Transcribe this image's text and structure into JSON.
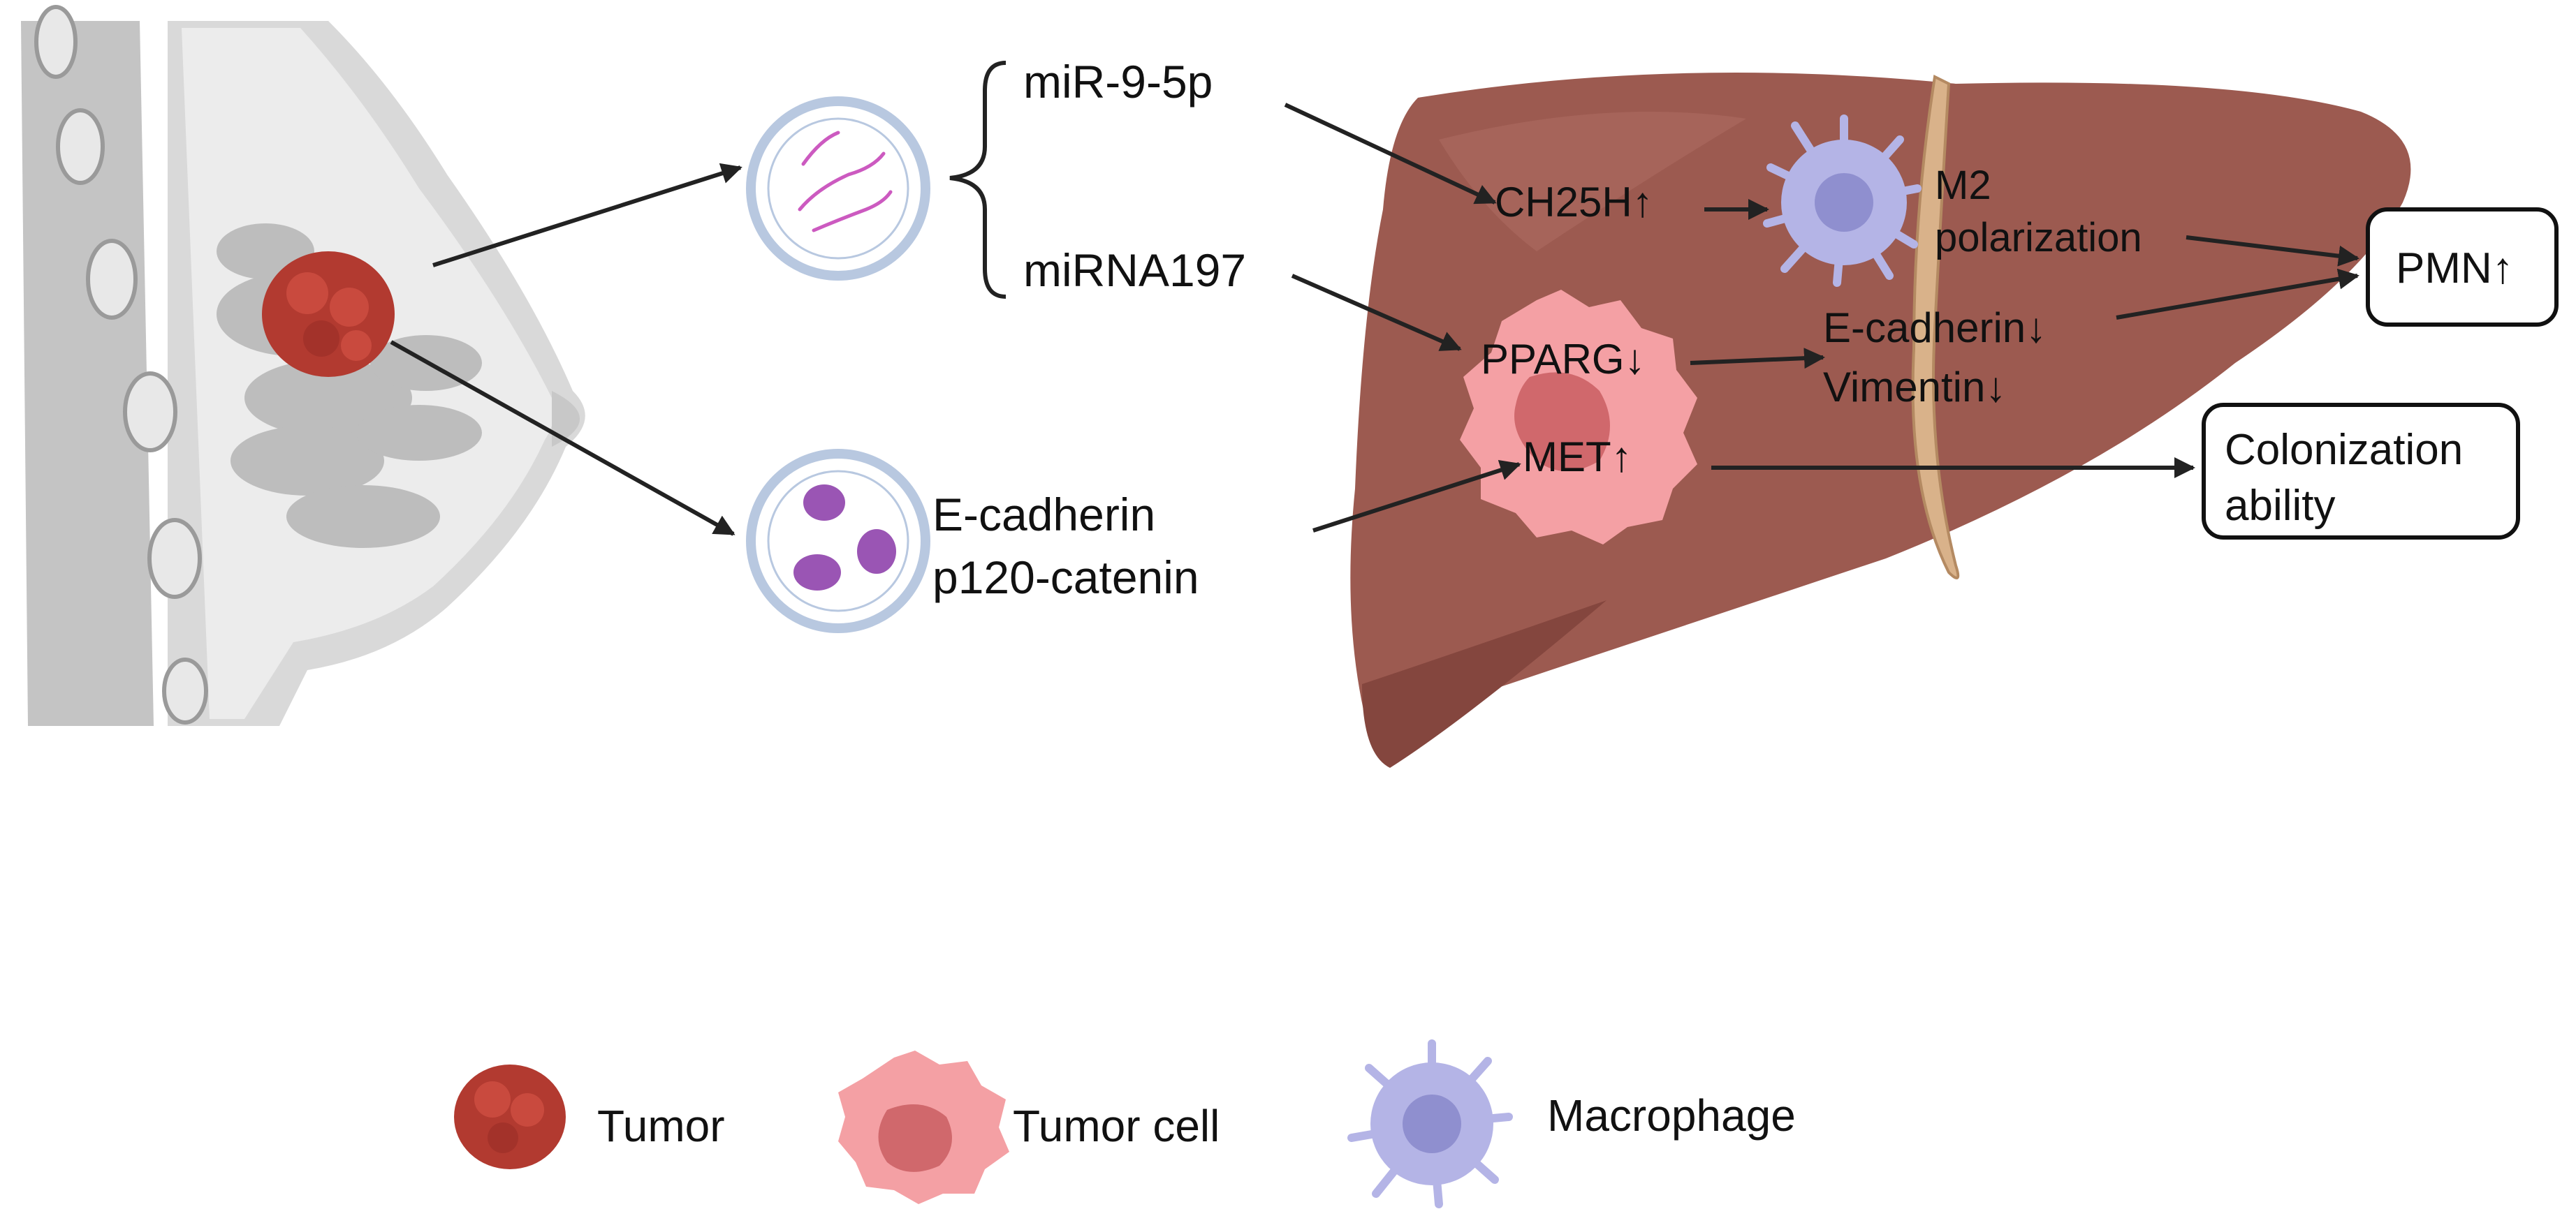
{
  "labels": {
    "mir95p": "miR-9-5p",
    "mirna197": "miRNA197",
    "ecad_left": "E-cadherin",
    "p120": "p120-catenin",
    "ch25h": "CH25H↑",
    "m2_line1": "M2",
    "m2_line2": "polarization",
    "pparg": "PPARG↓",
    "ecad_right": "E-cadherin↓",
    "vimentin": "Vimentin↓",
    "met": "MET↑",
    "pmn": "PMN↑",
    "colon_line1": "Colonization",
    "colon_line2": "ability"
  },
  "legend": {
    "tumor": "Tumor",
    "tumor_cell": "Tumor cell",
    "macrophage": "Macrophage"
  },
  "colors": {
    "tumor": "#b23a30",
    "liver": "#9c5a50",
    "tumor_cell": "#f4a0a4",
    "tumor_cell_nucleus": "#d0686c",
    "macrophage": "#b4b4e6",
    "macrophage_nucleus": "#8f8fcf",
    "vesicle_ring": "#b8c8e0",
    "arrow": "#222222"
  }
}
